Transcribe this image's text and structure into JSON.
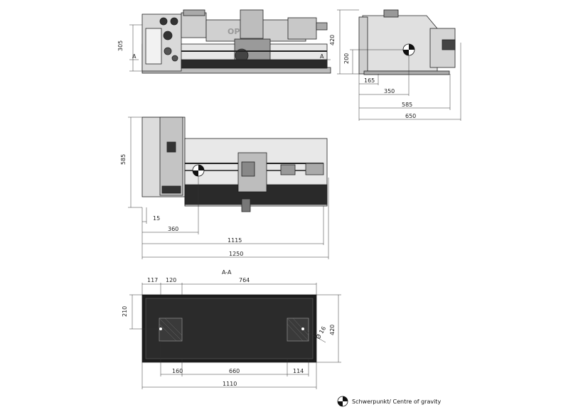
{
  "front_view": {
    "section_marker_left": "A",
    "section_marker_right": "A",
    "height_label": "305",
    "brand_text": "OPT"
  },
  "side_view": {
    "height_total": "420",
    "height_center": "200",
    "dim_165": "165",
    "dim_350": "350",
    "dim_585": "585",
    "dim_650": "650"
  },
  "top_view": {
    "depth": "585",
    "dim_15": "15",
    "dim_360": "360",
    "dim_1115": "1115",
    "dim_1250": "1250"
  },
  "section_view": {
    "title": "A-A",
    "dim_117": "117",
    "dim_120": "120",
    "dim_764": "764",
    "dim_210": "210",
    "dim_420": "420",
    "hole_diameter": "Ø 16",
    "dim_160": "160",
    "dim_660": "660",
    "dim_114": "114",
    "dim_1110": "1110"
  },
  "legend": {
    "text": "Schwerpunkt/ Centre of gravity"
  }
}
